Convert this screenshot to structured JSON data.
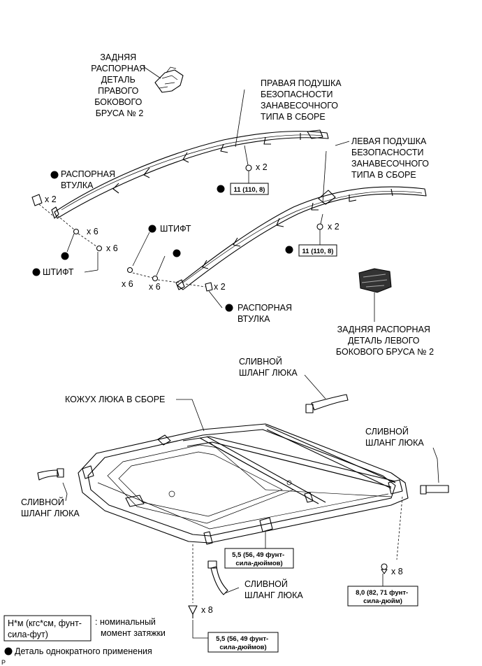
{
  "labels": {
    "rear_spacer_right": [
      "ЗАДНЯЯ",
      "РАСПОРНАЯ",
      "ДЕТАЛЬ",
      "ПРАВОГО",
      "БОКОВОГО",
      "БРУСА № 2"
    ],
    "right_airbag": [
      "ПРАВАЯ ПОДУШКА",
      "БЕЗОПАСНОСТИ",
      "ЗАНАВЕСОЧНОГО",
      "ТИПА В СБОРЕ"
    ],
    "left_airbag": [
      "ЛЕВАЯ ПОДУШКА",
      "БЕЗОПАСНОСТИ",
      "ЗАНАВЕСОЧНОГО",
      "ТИПА В СБОРЕ"
    ],
    "spacer_sleeve_1": [
      "РАСПОРНАЯ",
      "ВТУЛКА"
    ],
    "spacer_sleeve_2": [
      "РАСПОРНАЯ",
      "ВТУЛКА"
    ],
    "pin_1": "ШТИФТ",
    "pin_2": "ШТИФТ",
    "rear_spacer_left": [
      "ЗАДНЯЯ РАСПОРНАЯ",
      "ДЕТАЛЬ ЛЕВОГО",
      "БОКОВОГО БРУСА № 2"
    ],
    "drain_hose_top": [
      "СЛИВНОЙ",
      "ШЛАНГ ЛЮКА"
    ],
    "drain_hose_right": [
      "СЛИВНОЙ",
      "ШЛАНГ ЛЮКА"
    ],
    "drain_hose_left": [
      "СЛИВНОЙ",
      "ШЛАНГ ЛЮКА"
    ],
    "drain_hose_bottom": [
      "СЛИВНОЙ",
      "ШЛАНГ ЛЮКА"
    ],
    "sunroof_housing": "КОЖУХ ЛЮКА В СБОРЕ"
  },
  "quantities": {
    "right_bolt": "x 2",
    "left_bolt": "x 2",
    "sleeve_right": "x 2",
    "sleeve_left": "x 2",
    "clip_a": "x 6",
    "clip_b": "x 6",
    "clip_c": "x 6",
    "clip_d": "x 6",
    "screw_right": "x 8",
    "screw_left": "x 8"
  },
  "torques": {
    "right_airbag": "11 (110, 8)",
    "left_airbag": "11 (110, 8)",
    "housing_front": [
      "5,5 (56, 49 фунт-",
      "сила-дюймов)"
    ],
    "housing_left": [
      "5,5 (56, 49 фунт-",
      "сила-дюймов)"
    ],
    "housing_right": [
      "8,0 (82, 71 фунт-",
      "сила-дюйм)"
    ]
  },
  "legend": {
    "unit_box": [
      "Н*м (кгс*см, фунт-",
      "сила-фут)"
    ],
    "unit_desc": [
      ": номинальный",
      "момент затяжки"
    ],
    "non_reusable": "Деталь однократного применения"
  },
  "corner_mark": "P"
}
